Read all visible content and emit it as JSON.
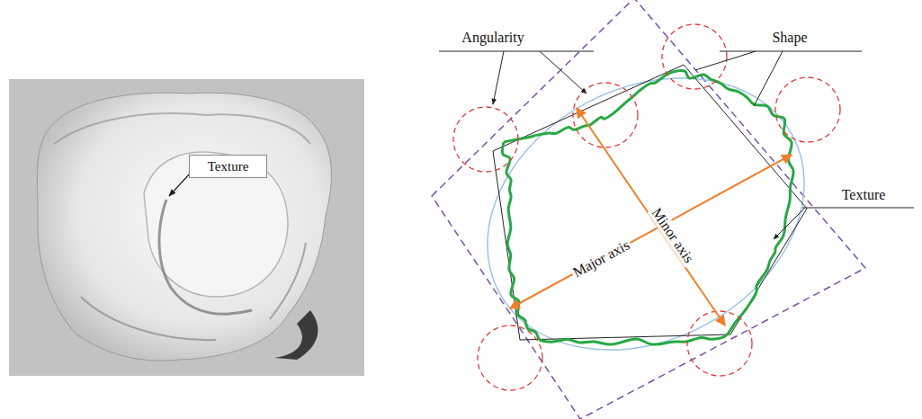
{
  "diagram": {
    "nodes": [
      {
        "text": [
          "Texture"
        ]
      }
    ],
    "labels": [
      "Angularity",
      "Shape",
      "Texture",
      "Major axis",
      "Minor axis"
    ]
  }
}
